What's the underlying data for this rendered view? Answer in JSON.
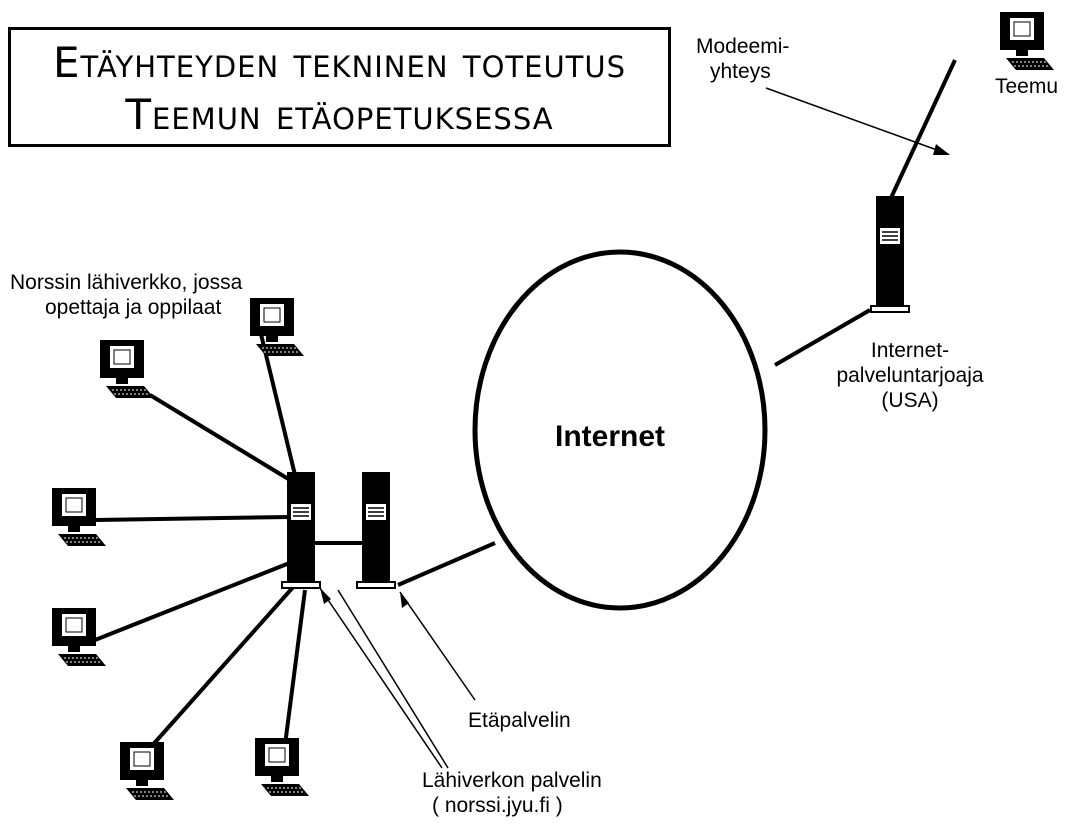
{
  "title": {
    "line1": "Etäyhteyden tekninen toteutus",
    "line2": "Teemun etäopetuksessa"
  },
  "labels": {
    "modem_line1": "Modeemi-",
    "modem_line2": "yhteys",
    "teemu": "Teemu",
    "isp_line1": "Internet-",
    "isp_line2": "palveluntarjoaja",
    "isp_line3": "(USA)",
    "internet": "Internet",
    "lan_line1": "Norssin lähiverkko, jossa",
    "lan_line2": "opettaja ja oppilaat",
    "remote_server": "Etäpalvelin",
    "lan_server_line1": "Lähiverkon palvelin",
    "lan_server_line2": "( norssi.jyu.fi )"
  },
  "icons": {
    "workstation": "desktop-computer-icon",
    "server": "tower-server-icon"
  }
}
